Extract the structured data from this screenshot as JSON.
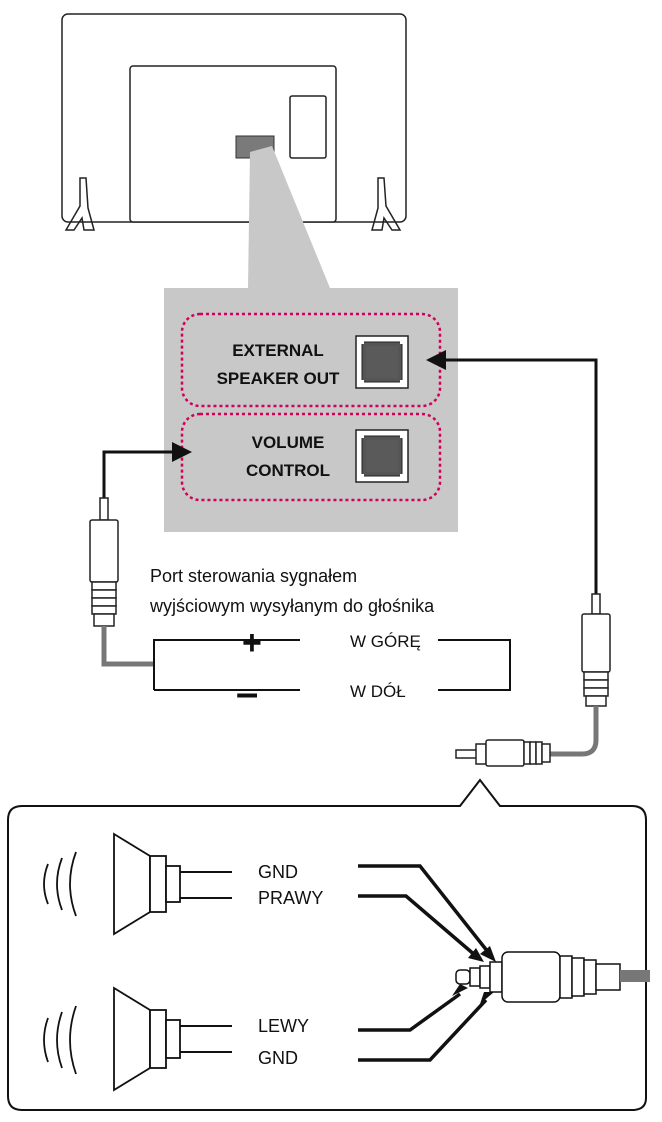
{
  "ports": {
    "external_speaker_out": {
      "line1": "EXTERNAL",
      "line2": "SPEAKER OUT"
    },
    "volume_control": {
      "line1": "VOLUME",
      "line2": "CONTROL"
    }
  },
  "port_description": {
    "line1": "Port sterowania sygnałem",
    "line2": "wyjściowym wysyłanym do głośnika"
  },
  "signals": {
    "up": {
      "symbol": "+",
      "label": "W GÓRĘ"
    },
    "down": {
      "symbol": "–",
      "label": "W DÓŁ"
    }
  },
  "wiring": {
    "right_gnd": "GND",
    "right": "PRAWY",
    "left": "LEWY",
    "left_gnd": "GND"
  },
  "colors": {
    "panel_gray": "#c8c8c8",
    "port_highlight": "#d0005a",
    "line": "#111111"
  }
}
